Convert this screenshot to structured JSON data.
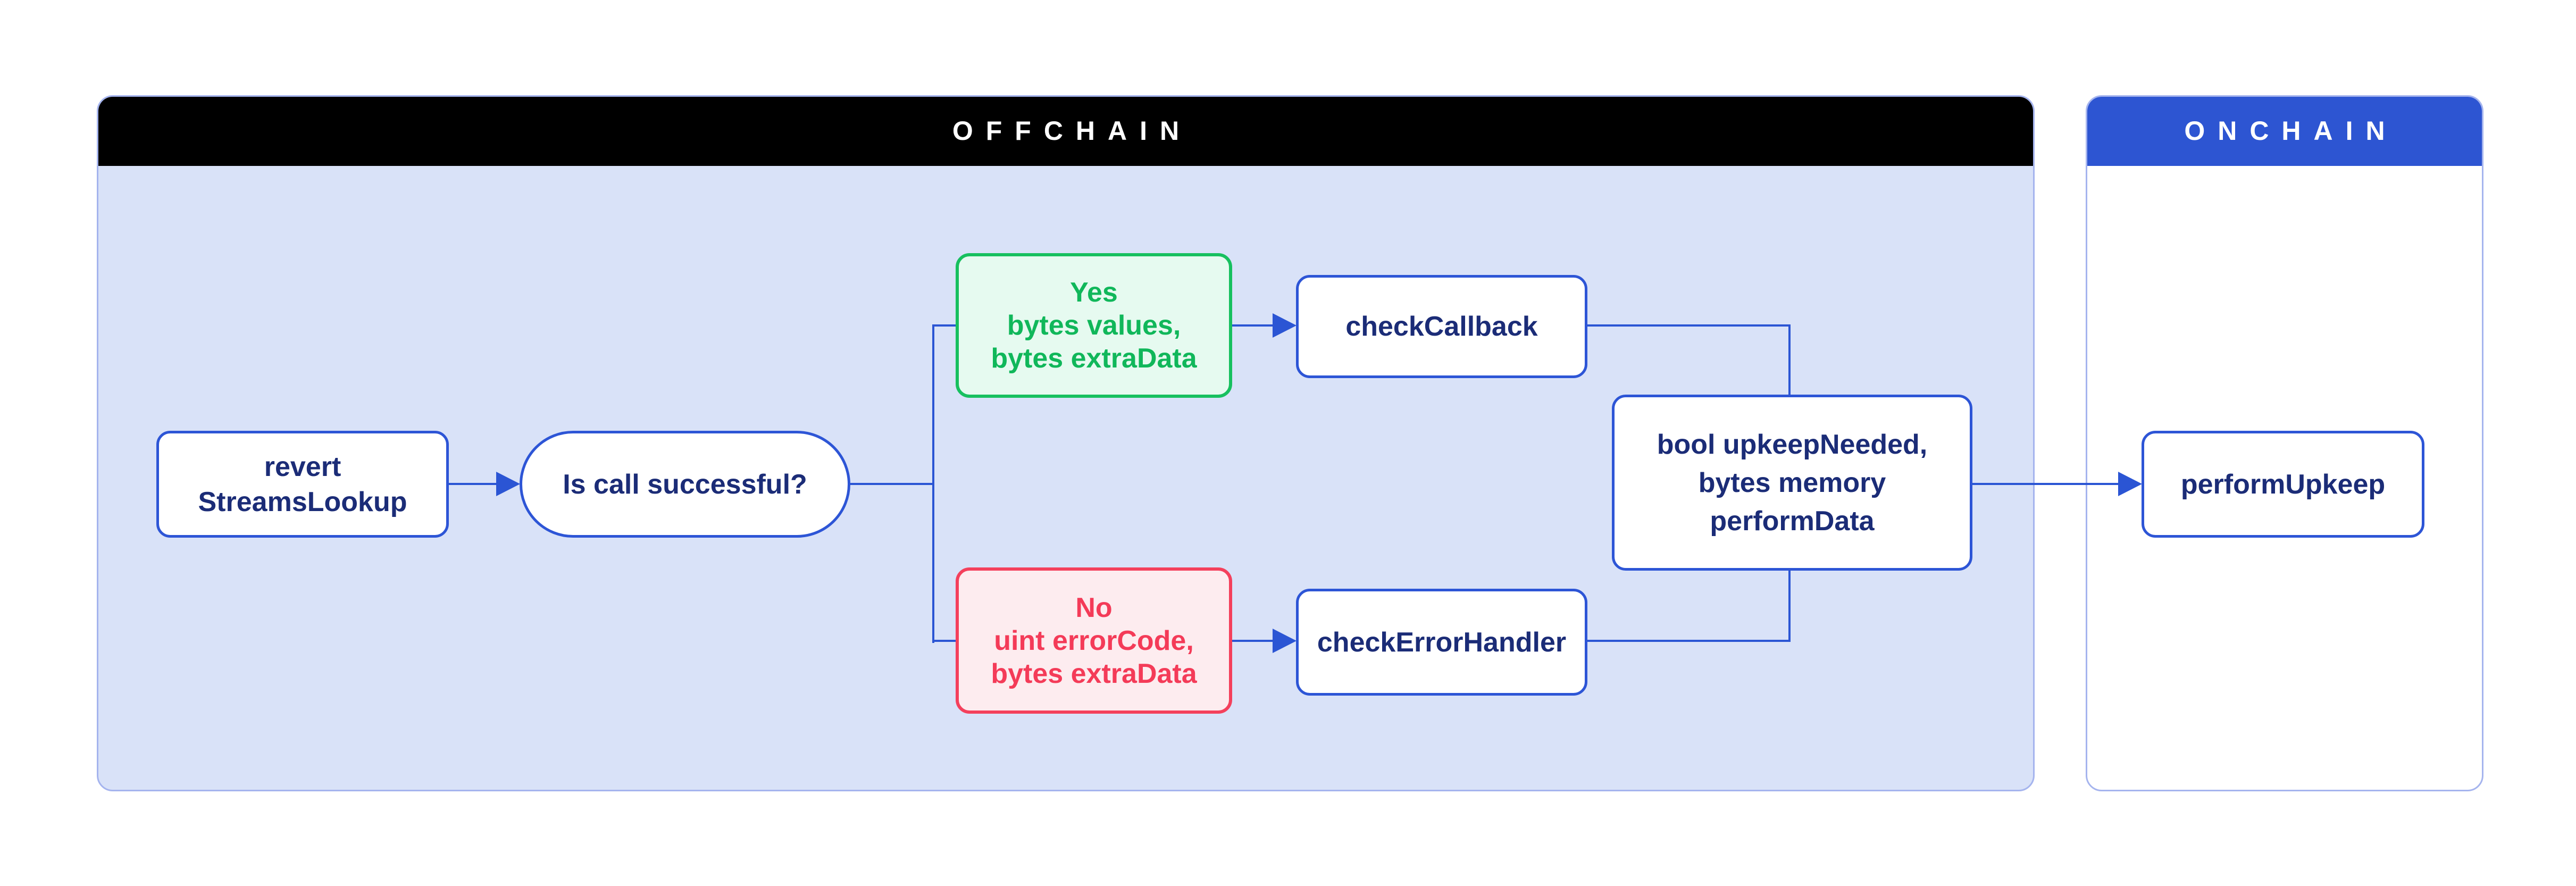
{
  "sections": {
    "offchain": {
      "label": "OFFCHAIN"
    },
    "onchain": {
      "label": "ONCHAIN"
    }
  },
  "nodes": {
    "revert": {
      "lines": [
        "revert",
        "StreamsLookup"
      ]
    },
    "decision": {
      "label": "Is call successful?"
    },
    "yes": {
      "lines": [
        "Yes",
        "bytes values,",
        "bytes extraData"
      ]
    },
    "check_callback": {
      "label": "checkCallback"
    },
    "no": {
      "lines": [
        "No",
        "uint errorCode,",
        "bytes extraData"
      ]
    },
    "check_error_handler": {
      "label": "checkErrorHandler"
    },
    "result": {
      "lines": [
        "bool upkeepNeeded,",
        "bytes memory",
        "performData"
      ]
    },
    "perform_upkeep": {
      "label": "performUpkeep"
    }
  },
  "colors": {
    "accent_blue": "#2b55d4",
    "node_border_blue": "#2d55d6",
    "node_text_navy": "#1b2c77",
    "offchain_header_bg": "#000000",
    "onchain_header_bg": "#2d55d2",
    "offchain_panel_fill": "#d9e2f8",
    "panel_border": "#a5b4ee",
    "yes_fill": "#e6faf0",
    "yes_border": "#17c05f",
    "yes_text": "#10b75a",
    "no_fill": "#fdecef",
    "no_border": "#f4405c",
    "no_text": "#f43b58"
  }
}
